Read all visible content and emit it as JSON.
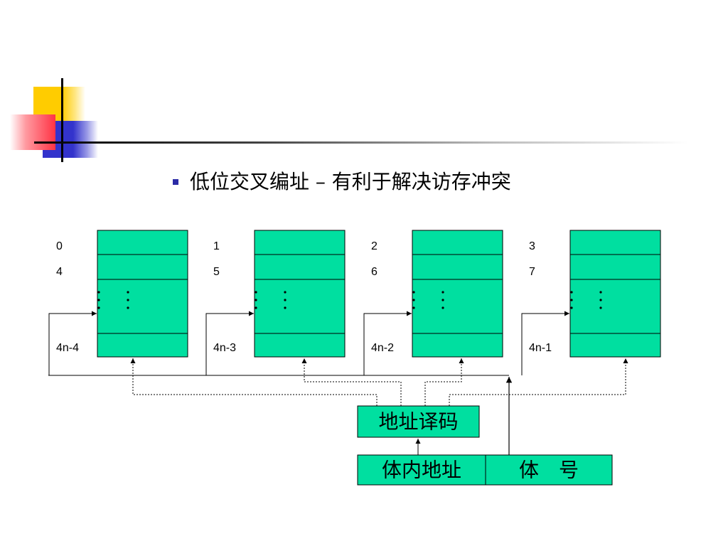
{
  "colors": {
    "module_fill": "#00dfa0",
    "line": "#000000",
    "bullet": "#2b2ba6",
    "deco_yellow": "#ffcc00",
    "deco_red": "#ff3344",
    "deco_blue": "#3333cc"
  },
  "slide": {
    "title": "低位交叉编址 – 有利于解决访存冲突"
  },
  "modules": [
    {
      "addr_top": "0",
      "addr_second": "4",
      "addr_last": "4n-4"
    },
    {
      "addr_top": "1",
      "addr_second": "5",
      "addr_last": "4n-3"
    },
    {
      "addr_top": "2",
      "addr_second": "6",
      "addr_last": "4n-2"
    },
    {
      "addr_top": "3",
      "addr_second": "7",
      "addr_last": "4n-1"
    }
  ],
  "decoder": {
    "label": "地址译码"
  },
  "address_register": {
    "inner_field": "体内地址",
    "bank_field": "体　号"
  }
}
